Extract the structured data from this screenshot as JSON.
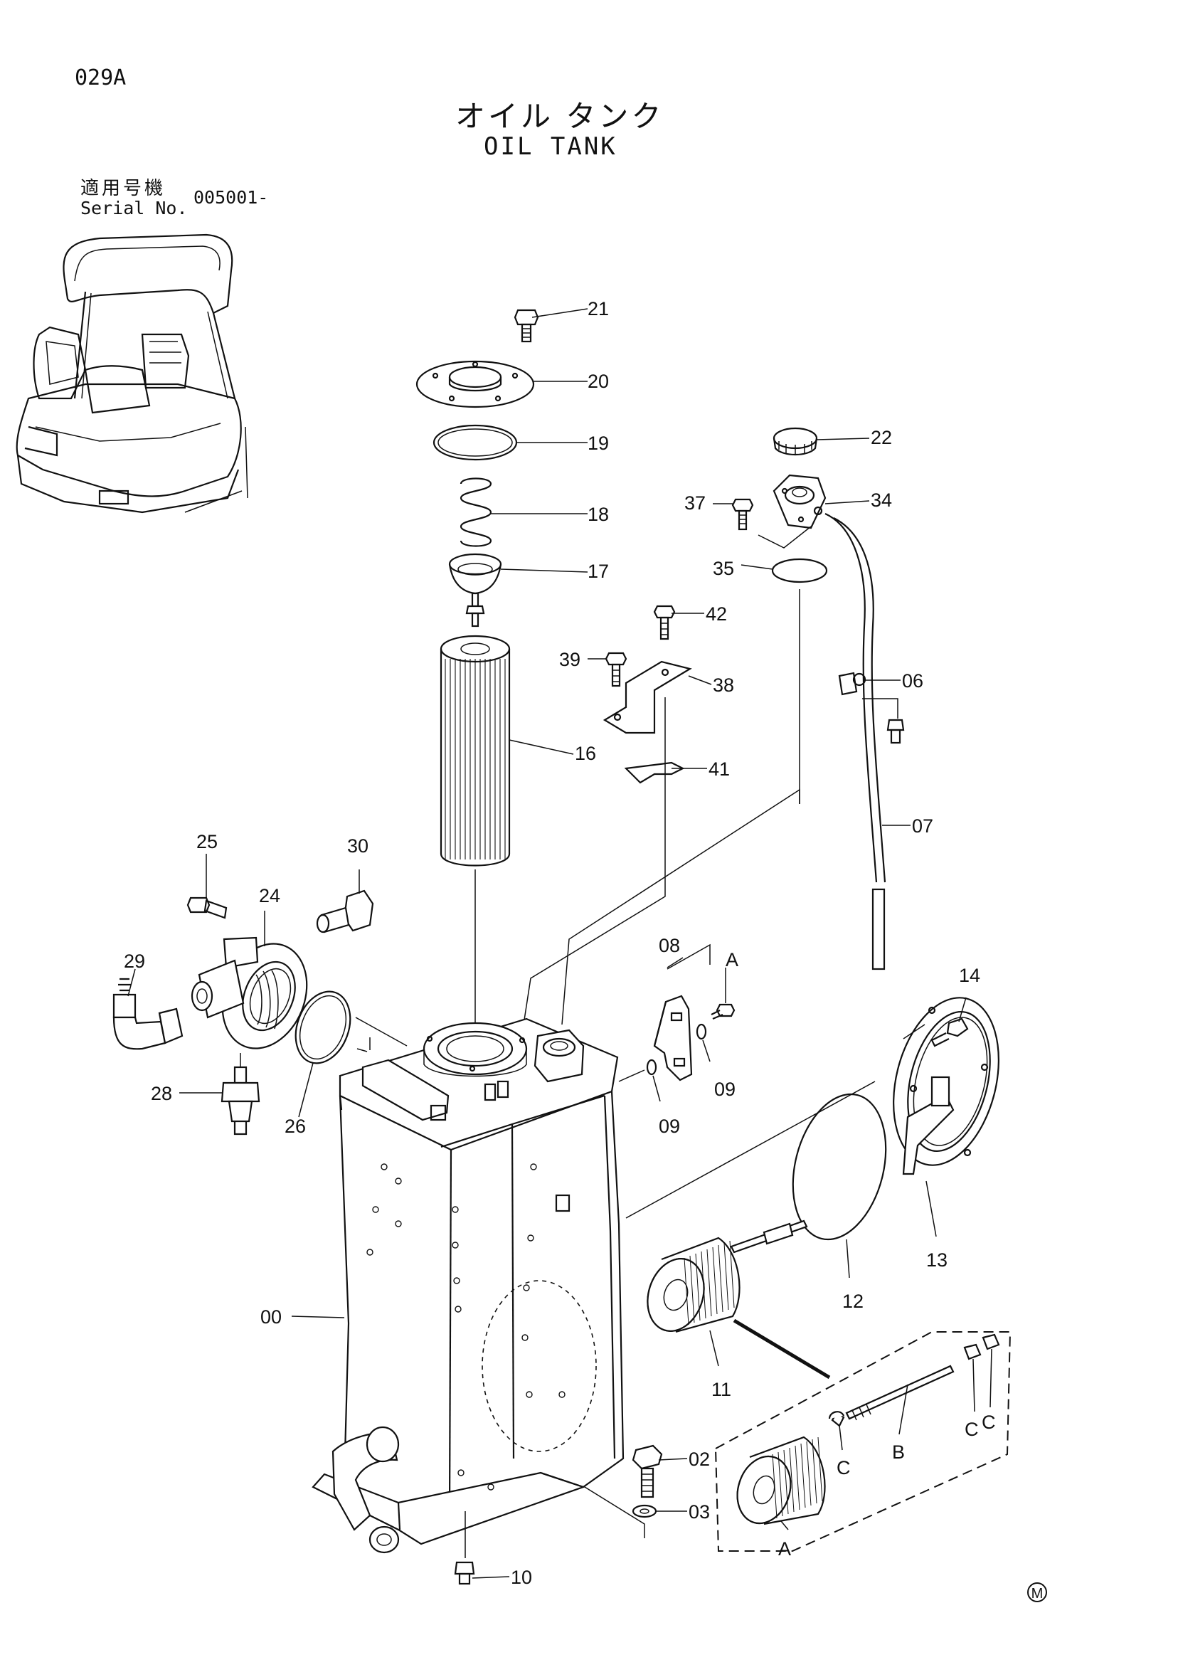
{
  "header": {
    "page_code": "029A",
    "title_jp": "オイル タンク",
    "title_en": "OIL TANK",
    "serial_label_jp": "適用号機",
    "serial_label_en": "Serial No.",
    "serial_value": "005001-"
  },
  "callouts": [
    "21",
    "20",
    "19",
    "18",
    "17",
    "16",
    "22",
    "34",
    "37",
    "35",
    "42",
    "39",
    "38",
    "06",
    "41",
    "07",
    "25",
    "30",
    "24",
    "29",
    "26",
    "28",
    "08",
    "A",
    "09",
    "09",
    "14",
    "13",
    "12",
    "11",
    "00",
    "02",
    "03",
    "10",
    "C",
    "C",
    "C",
    "B",
    "A"
  ],
  "footer": {
    "mark": "M"
  }
}
